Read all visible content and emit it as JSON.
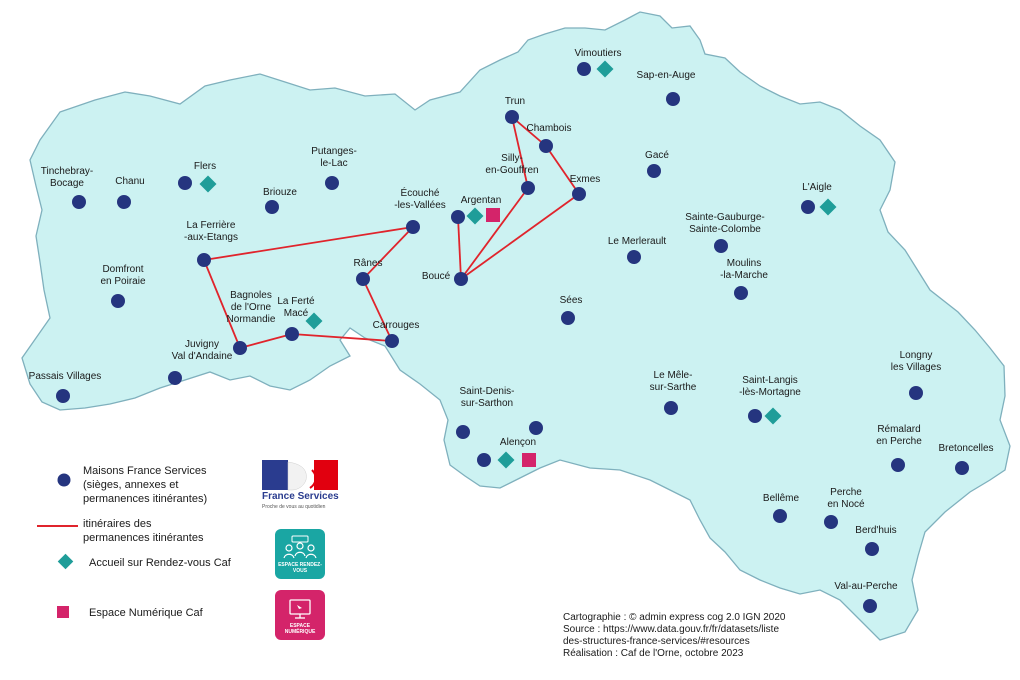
{
  "colors": {
    "land": "#ccf2f2",
    "border": "#7fb0bd",
    "dot": "#25357f",
    "route": "#e0242c",
    "diamond": "#1f9d99",
    "square": "#d4246a"
  },
  "towns": [
    {
      "id": "vimoutiers",
      "lines": [
        "Vimoutiers"
      ]
    },
    {
      "id": "sap-en-auge",
      "lines": [
        "Sap-en-Auge"
      ]
    },
    {
      "id": "trun",
      "lines": [
        "Trun"
      ]
    },
    {
      "id": "chambois",
      "lines": [
        "Chambois"
      ]
    },
    {
      "id": "sillyen",
      "lines": [
        "Silly-",
        "en-Gouffren"
      ]
    },
    {
      "id": "exmes",
      "lines": [
        "Exmes"
      ]
    },
    {
      "id": "gace",
      "lines": [
        "Gacé"
      ]
    },
    {
      "id": "laigle",
      "lines": [
        "L'Aigle"
      ]
    },
    {
      "id": "tinchebray",
      "lines": [
        "Tinchebray-",
        "Bocage"
      ]
    },
    {
      "id": "chanu",
      "lines": [
        "Chanu"
      ]
    },
    {
      "id": "flers",
      "lines": [
        "Flers"
      ]
    },
    {
      "id": "putanges",
      "lines": [
        "Putanges-",
        "le-Lac"
      ]
    },
    {
      "id": "briouze",
      "lines": [
        "Briouze"
      ]
    },
    {
      "id": "ecouche",
      "lines": [
        "Écouché",
        "-les-Vallées"
      ]
    },
    {
      "id": "argentan",
      "lines": [
        "Argentan"
      ]
    },
    {
      "id": "laferriere",
      "lines": [
        "La Ferrière",
        "-aux-Etangs"
      ]
    },
    {
      "id": "sainte-gauburge",
      "lines": [
        "Sainte-Gauburge-",
        "Sainte-Colombe"
      ]
    },
    {
      "id": "lemerlerault",
      "lines": [
        "Le Merlerault"
      ]
    },
    {
      "id": "domfront",
      "lines": [
        "Domfront",
        "en Poiraie"
      ]
    },
    {
      "id": "ranes",
      "lines": [
        "Rânes"
      ]
    },
    {
      "id": "bouce",
      "lines": [
        "Boucé"
      ]
    },
    {
      "id": "moulins",
      "lines": [
        "Moulins",
        "-la-Marche"
      ]
    },
    {
      "id": "bagnoles",
      "lines": [
        "Bagnoles",
        "de l'Orne",
        "Normandie"
      ]
    },
    {
      "id": "lafertemace",
      "lines": [
        "La Ferté",
        "Macé"
      ]
    },
    {
      "id": "carrouges",
      "lines": [
        "Carrouges"
      ]
    },
    {
      "id": "sees",
      "lines": [
        "Sées"
      ]
    },
    {
      "id": "juvigny",
      "lines": [
        "Juvigny",
        "Val d'Andaine"
      ]
    },
    {
      "id": "passais",
      "lines": [
        "Passais Villages"
      ]
    },
    {
      "id": "longny",
      "lines": [
        "Longny",
        "les Villages"
      ]
    },
    {
      "id": "lemele",
      "lines": [
        "Le Mêle-",
        "sur-Sarthe"
      ]
    },
    {
      "id": "saint-langis",
      "lines": [
        "Saint-Langis",
        "-lès-Mortagne"
      ]
    },
    {
      "id": "saint-denis",
      "lines": [
        "Saint-Denis-",
        "sur-Sarthon"
      ]
    },
    {
      "id": "remalard",
      "lines": [
        "Rémalard",
        "en Perche"
      ]
    },
    {
      "id": "alencon",
      "lines": [
        "Alençon"
      ]
    },
    {
      "id": "bretoncelles",
      "lines": [
        "Bretoncelles"
      ]
    },
    {
      "id": "belleme",
      "lines": [
        "Bellême"
      ]
    },
    {
      "id": "perche-en-noce",
      "lines": [
        "Perche",
        "en Nocé"
      ]
    },
    {
      "id": "berdhuis",
      "lines": [
        "Berd'huis"
      ]
    },
    {
      "id": "val-au-perche",
      "lines": [
        "Val-au-Perche"
      ]
    }
  ],
  "legend": {
    "maisons": "Maisons France Services (sièges, annexes et permanences itinérantes)",
    "maisons_lines": [
      "Maisons France Services",
      "(sièges, annexes et",
      "permanences itinérantes)"
    ],
    "itineraires_lines": [
      "itinéraires des",
      "permanences itinérantes"
    ],
    "accueil": "Accueil sur Rendez-vous Caf",
    "espace": "Espace Numérique  Caf"
  },
  "logos": {
    "france_services_brand": "France Services",
    "france_services_tagline": "Proche de vous au quotidien",
    "espace_rdv": "ESPACE RENDEZ-VOUS",
    "espace_numerique": "ESPACE NUMÉRIQUE"
  },
  "credits": [
    "Cartographie :  © admin express cog 2.0 IGN 2020",
    "Source : https://www.data.gouv.fr/fr/datasets/liste",
    "des-structures-france-services/#resources",
    "Réalisation : Caf de l'Orne, octobre 2023"
  ]
}
